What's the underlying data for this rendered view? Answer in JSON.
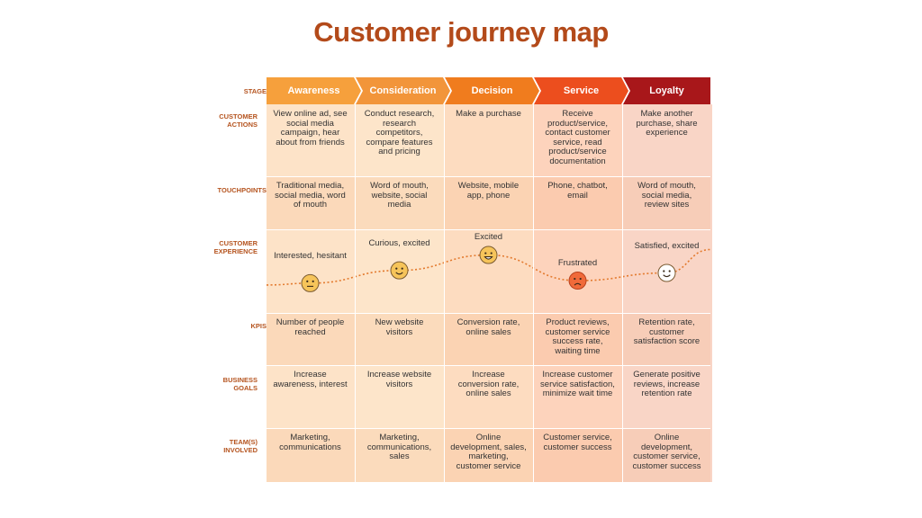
{
  "title": "Customer journey map",
  "colors": {
    "title": "#b34a1a",
    "label": "#b5541f",
    "stage_bg": [
      "#f6a03c",
      "#f2953a",
      "#f07c1e",
      "#ec4e1e",
      "#a8171a"
    ],
    "column_bg": [
      "#fde3c8",
      "#fde5ca",
      "#fddcc0",
      "#fdd3bc",
      "#f9d5c6"
    ],
    "curve": "#e37a2e",
    "face_yellow": "#f6c45a",
    "face_red": "#f06a3a"
  },
  "row_labels": {
    "stage": "STAGE",
    "actions": "CUSTOMER ACTIONS",
    "touchpoints": "TOUCHPOINTS",
    "experience": "CUSTOMER EXPERIENCE",
    "kpis": "KPIS",
    "goals": "BUSINESS GOALS",
    "teams": "TEAM(S) INVOLVED"
  },
  "stages": [
    {
      "name": "Awareness",
      "actions": "View online ad, see social media campaign, hear about from friends",
      "touchpoints": "Traditional media, social media, word of mouth",
      "experience": "Interested, hesitant",
      "kpis": "Number of people reached",
      "goals": "Increase awareness, interest",
      "teams": "Marketing, communications"
    },
    {
      "name": "Consideration",
      "actions": "Conduct research, research competitors, compare features and pricing",
      "touchpoints": "Word of mouth, website, social media",
      "experience": "Curious, excited",
      "kpis": "New website visitors",
      "goals": "Increase website visitors",
      "teams": "Marketing, communications, sales"
    },
    {
      "name": "Decision",
      "actions": "Make a purchase",
      "touchpoints": "Website, mobile app, phone",
      "experience": "Excited",
      "kpis": "Conversion rate, online sales",
      "goals": "Increase conversion rate, online sales",
      "teams": "Online development, sales, marketing, customer service"
    },
    {
      "name": "Service",
      "actions": "Receive product/service, contact customer service, read product/service documentation",
      "touchpoints": "Phone, chatbot, email",
      "experience": "Frustrated",
      "kpis": "Product reviews, customer service success rate, waiting time",
      "goals": "Increase customer service satisfaction, minimize wait time",
      "teams": "Customer service, customer success"
    },
    {
      "name": "Loyalty",
      "actions": "Make another purchase, share experience",
      "touchpoints": "Word of mouth, social media, review sites",
      "experience": "Satisfied, excited",
      "kpis": "Retention rate, customer satisfaction score",
      "goals": "Generate positive reviews, increase retention rate",
      "teams": "Online development, customer service, customer success"
    }
  ],
  "experience_faces": [
    {
      "mood": "neutral-face-icon",
      "level": 0.3
    },
    {
      "mood": "smiling-face-icon",
      "level": 0.55
    },
    {
      "mood": "grinning-face-icon",
      "level": 0.85
    },
    {
      "mood": "frowning-face-icon",
      "level": 0.35
    },
    {
      "mood": "smiling-face-icon",
      "level": 0.5
    }
  ]
}
